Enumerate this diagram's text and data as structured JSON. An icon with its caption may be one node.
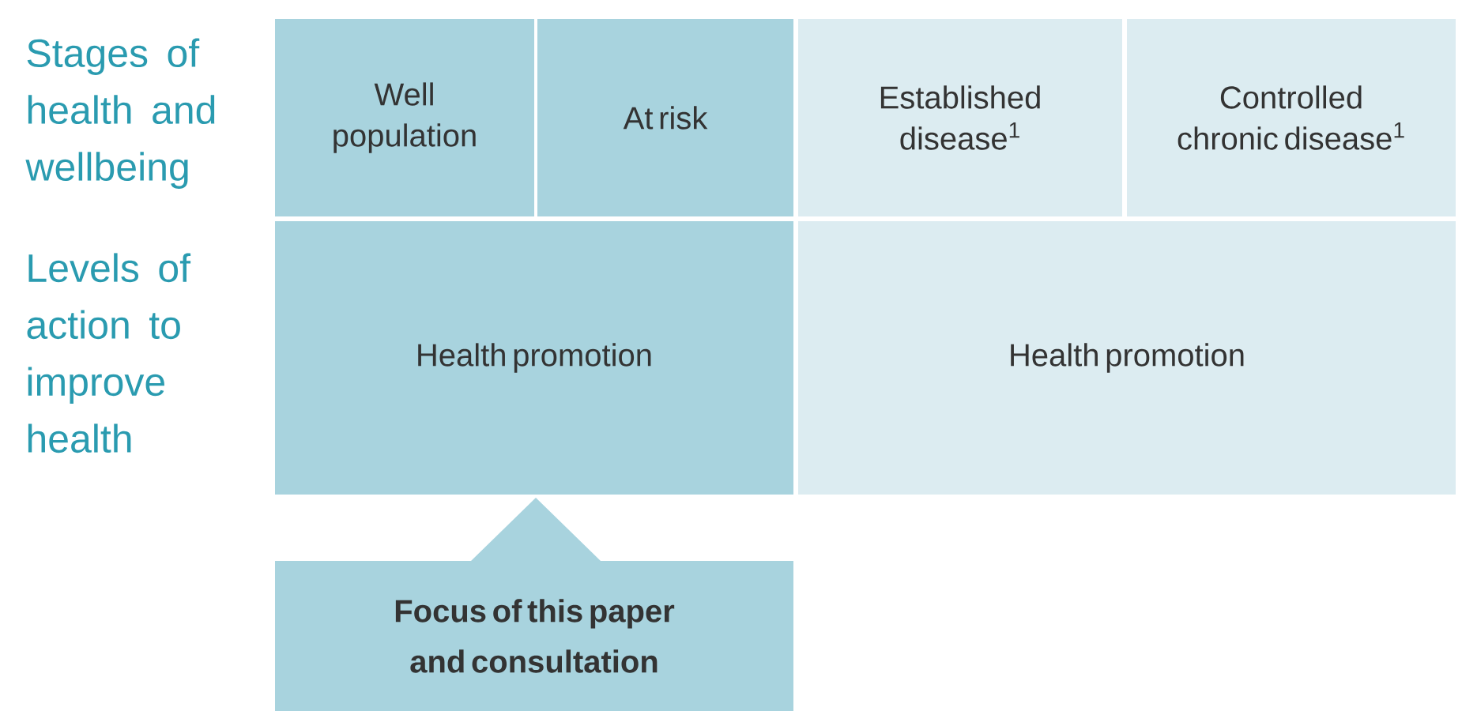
{
  "diagram": {
    "nodes": [
      {
        "text": [
          "Well population"
        ]
      },
      {
        "text": [
          "At risk"
        ]
      },
      {
        "text": [
          "Established disease$^{1}$"
        ]
      },
      {
        "text": [
          "Controlled chronic disease$^{1}$"
        ]
      },
      {
        "text": [
          "Health promotion"
        ]
      },
      {
        "text": [
          "Health promotion"
        ]
      },
      {
        "text": [
          "Focus of this paper and consultation"
        ]
      }
    ],
    "labels": [
      "Stages of health and wellbeing",
      "Levels of action to improve health"
    ]
  }
}
